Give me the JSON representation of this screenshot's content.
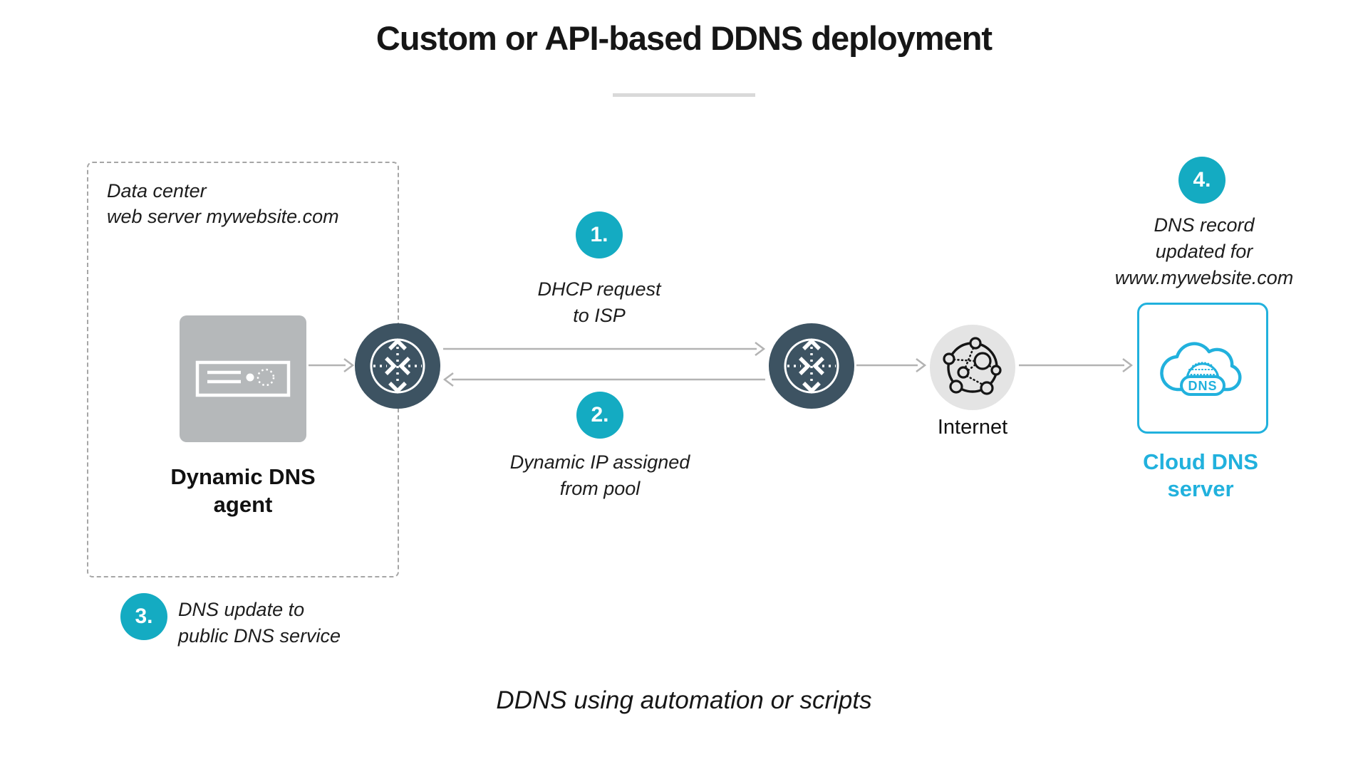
{
  "title": "Custom or API-based DDNS deployment",
  "caption": "DDNS using automation or scripts",
  "datacenter": {
    "label_line1": "Data center",
    "label_line2": "web server mywebsite.com",
    "agent_line1": "Dynamic DNS",
    "agent_line2": "agent"
  },
  "internet_label": "Internet",
  "cloud": {
    "label_line1": "Cloud DNS",
    "label_line2": "server",
    "badge_text": "DNS"
  },
  "steps": {
    "s1": {
      "num": "1.",
      "line1": "DHCP request",
      "line2": "to ISP"
    },
    "s2": {
      "num": "2.",
      "line1": "Dynamic IP assigned",
      "line2": "from pool"
    },
    "s3": {
      "num": "3.",
      "line1": "DNS update to",
      "line2": "public DNS service"
    },
    "s4": {
      "num": "4.",
      "line1": "DNS record",
      "line2": "updated for",
      "line3": "www.mywebsite.com"
    }
  },
  "icons": {
    "server": "server-icon",
    "router_left": "router-icon",
    "router_right": "router-icon",
    "internet": "internet-globe-icon",
    "cloud_dns": "cloud-dns-icon"
  },
  "colors": {
    "badge_teal": "#14abc2",
    "cloud_cyan": "#21b1dd",
    "router_slate": "#3d5362",
    "server_gray": "#b5b8ba",
    "internet_gray": "#e4e4e4",
    "arrow_gray": "#b3b3b3",
    "title_black": "#161616"
  }
}
